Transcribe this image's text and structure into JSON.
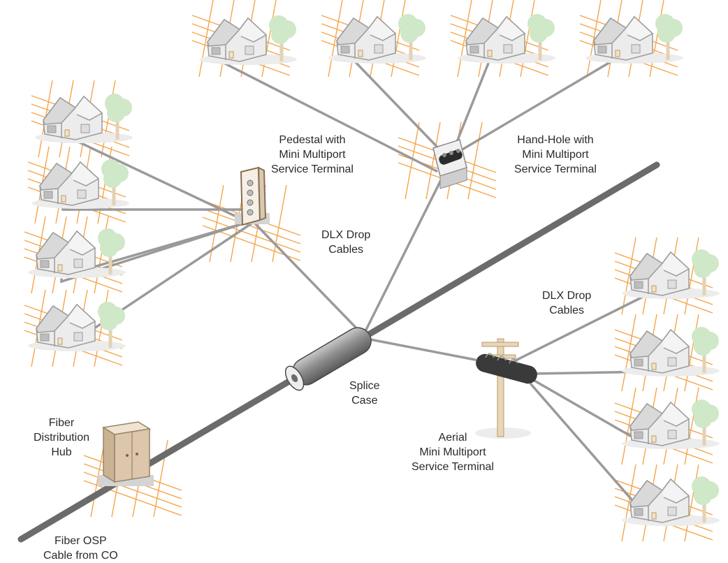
{
  "labels": {
    "pedestal": [
      "Pedestal with",
      "Mini Multiport",
      "Service Terminal"
    ],
    "handhole": [
      "Hand-Hole with",
      "Mini Multiport",
      "Service Terminal"
    ],
    "dlx_left": [
      "DLX Drop",
      "Cables"
    ],
    "dlx_right": [
      "DLX Drop",
      "Cables"
    ],
    "splice": [
      "Splice",
      "Case"
    ],
    "hub": [
      "Fiber",
      "Distribution",
      "Hub"
    ],
    "aerial": [
      "Aerial",
      "Mini Multiport",
      "Service Terminal"
    ],
    "osp": [
      "Fiber OSP",
      "Cable from CO"
    ]
  },
  "colors": {
    "cable_dark": "#6b6b6b",
    "drop_cable": "#9a9a9a",
    "grid_orange": "#f5a54a",
    "house_fill": "#e9e9e9",
    "house_stroke": "#9b9b9b",
    "tree_green": "#cfe8c8",
    "hub_tan": "#dcc7ad",
    "pole_tan": "#e8d6b8"
  }
}
